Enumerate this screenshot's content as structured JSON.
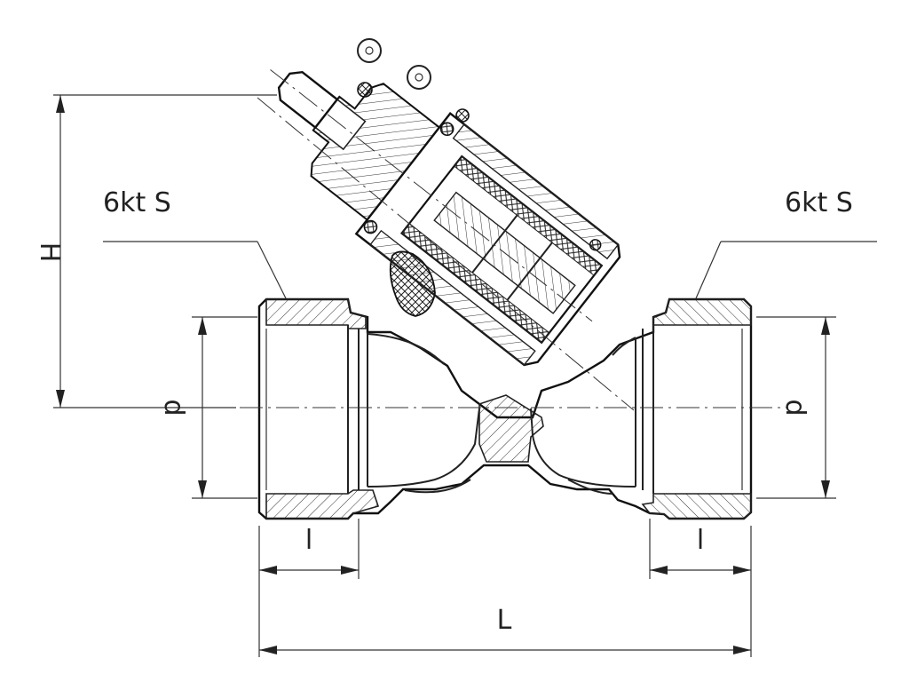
{
  "labels": {
    "hex_left": "6kt S",
    "hex_right": "6kt S",
    "height": "H",
    "diameter_left": "d",
    "diameter_right": "d",
    "thread_length_left": "l",
    "thread_length_right": "l",
    "overall_length": "L"
  }
}
